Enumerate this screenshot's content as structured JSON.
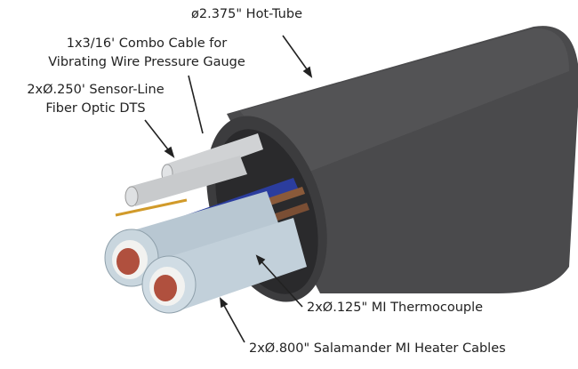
{
  "labels": {
    "hot_tube": "ø2.375\" Hot-Tube",
    "combo_line1": "1x3/16' Combo Cable for",
    "combo_line2": "Vibrating Wire Pressure Gauge",
    "sensor_line1": "2xØ.250' Sensor-Line",
    "sensor_line2": "Fiber Optic DTS",
    "thermocouple": "2xØ.125\" MI Thermocouple",
    "heater": "2xØ.800\" Salamander MI Heater Cables"
  },
  "colors": {
    "tube": "#4a4a4c",
    "heater_jacket": "#c9d6de",
    "copper": "#b0503e",
    "fiber": "#d0d2d4",
    "combo": "#2b3d9e",
    "thermocouple": "#8a5a3a"
  }
}
